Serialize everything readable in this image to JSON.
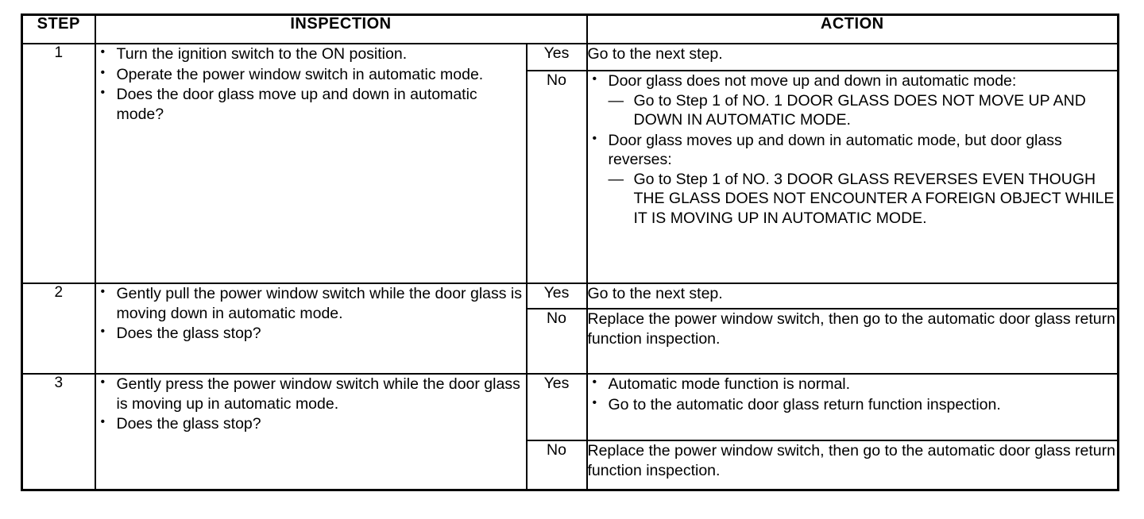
{
  "table": {
    "headers": {
      "step": "STEP",
      "inspection": "INSPECTION",
      "action": "ACTION"
    },
    "answers": {
      "yes": "Yes",
      "no": "No"
    },
    "rows": [
      {
        "step": "1",
        "inspection_items": [
          "Turn the ignition switch to the ON position.",
          "Operate the power window switch in automatic mode.",
          "Does the door glass move up and down in automatic mode?"
        ],
        "yes": {
          "label": "Yes",
          "text": "Go to the next step."
        },
        "no": {
          "label": "No",
          "items": [
            {
              "text": "Door glass does not move up and down in automatic mode:",
              "sub": [
                "Go to Step 1 of NO. 1 DOOR GLASS DOES NOT MOVE UP AND DOWN IN AUTOMATIC MODE."
              ]
            },
            {
              "text": "Door glass moves up and down in automatic mode, but door glass reverses:",
              "sub": [
                "Go to Step 1 of NO. 3 DOOR GLASS REVERSES EVEN THOUGH THE GLASS DOES NOT ENCOUNTER A FOREIGN OBJECT WHILE IT IS MOVING UP IN AUTOMATIC MODE."
              ]
            }
          ]
        }
      },
      {
        "step": "2",
        "inspection_items": [
          "Gently pull the power window switch while the door glass is moving down in automatic mode.",
          "Does the glass stop?"
        ],
        "yes": {
          "label": "Yes",
          "text": "Go to the next step."
        },
        "no": {
          "label": "No",
          "text": "Replace the power window switch, then go to the automatic door glass return function inspection."
        }
      },
      {
        "step": "3",
        "inspection_items": [
          "Gently press the power window switch while the door glass is moving up in automatic mode.",
          "Does the glass stop?"
        ],
        "yes": {
          "label": "Yes",
          "items": [
            "Automatic mode function is normal.",
            "Go to the automatic door glass return function inspection."
          ]
        },
        "no": {
          "label": "No",
          "text": "Replace the power window switch, then go to the automatic door glass return function inspection."
        }
      }
    ]
  }
}
